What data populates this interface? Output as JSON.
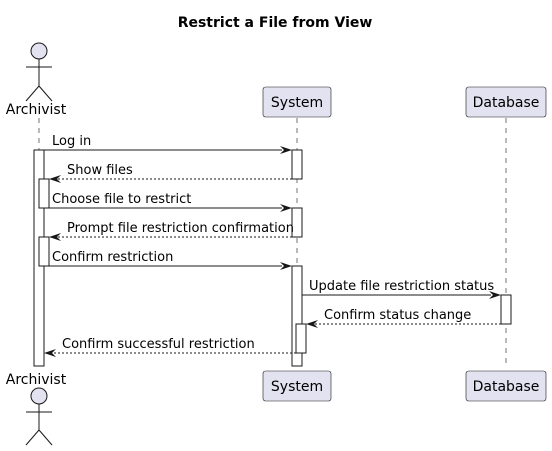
{
  "diagram": {
    "title": "Restrict a File from View",
    "participants": [
      {
        "id": "archivist",
        "label": "Archivist",
        "kind": "actor"
      },
      {
        "id": "system",
        "label": "System",
        "kind": "box"
      },
      {
        "id": "database",
        "label": "Database",
        "kind": "box"
      }
    ],
    "messages": [
      {
        "from": "archivist",
        "to": "system",
        "label": "Log in",
        "style": "solid"
      },
      {
        "from": "system",
        "to": "archivist",
        "label": "Show files",
        "style": "dashed"
      },
      {
        "from": "archivist",
        "to": "system",
        "label": "Choose file to restrict",
        "style": "solid"
      },
      {
        "from": "system",
        "to": "archivist",
        "label": "Prompt file restriction confirmation",
        "style": "dashed"
      },
      {
        "from": "archivist",
        "to": "system",
        "label": "Confirm restriction",
        "style": "solid"
      },
      {
        "from": "system",
        "to": "database",
        "label": "Update file restriction status",
        "style": "solid"
      },
      {
        "from": "database",
        "to": "system",
        "label": "Confirm status change",
        "style": "dashed"
      },
      {
        "from": "system",
        "to": "archivist",
        "label": "Confirm successful restriction",
        "style": "dashed"
      }
    ]
  }
}
